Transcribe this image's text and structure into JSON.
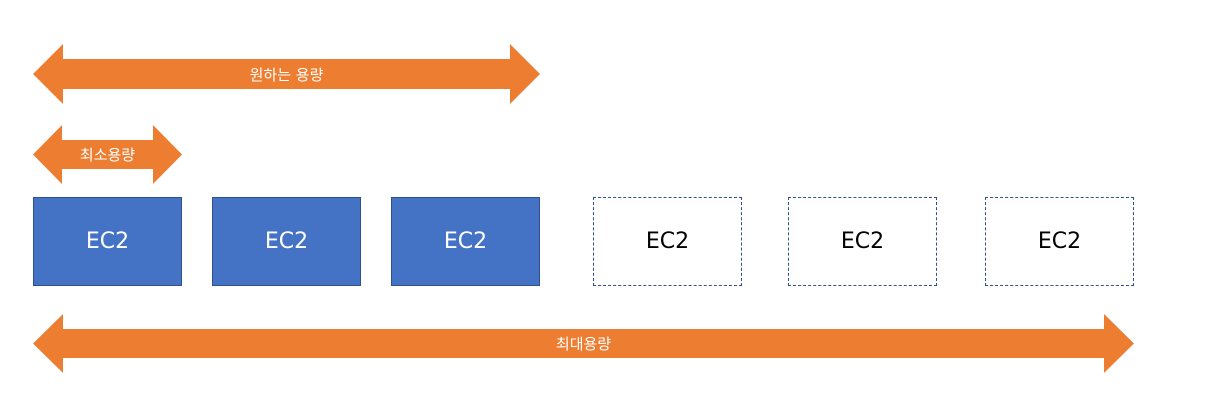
{
  "diagram": {
    "arrows": {
      "desired_capacity": {
        "label": "원하는 용량"
      },
      "min_capacity": {
        "label": "최소용량"
      },
      "max_capacity": {
        "label": "최대용량"
      }
    },
    "instances": [
      {
        "label": "EC2",
        "state": "running"
      },
      {
        "label": "EC2",
        "state": "running"
      },
      {
        "label": "EC2",
        "state": "running"
      },
      {
        "label": "EC2",
        "state": "potential"
      },
      {
        "label": "EC2",
        "state": "potential"
      },
      {
        "label": "EC2",
        "state": "potential"
      }
    ],
    "colors": {
      "arrow": "#ed7d31",
      "instance_fill": "#4472c4",
      "instance_border": "#2f528f",
      "dashed_border": "#2f528f"
    }
  }
}
